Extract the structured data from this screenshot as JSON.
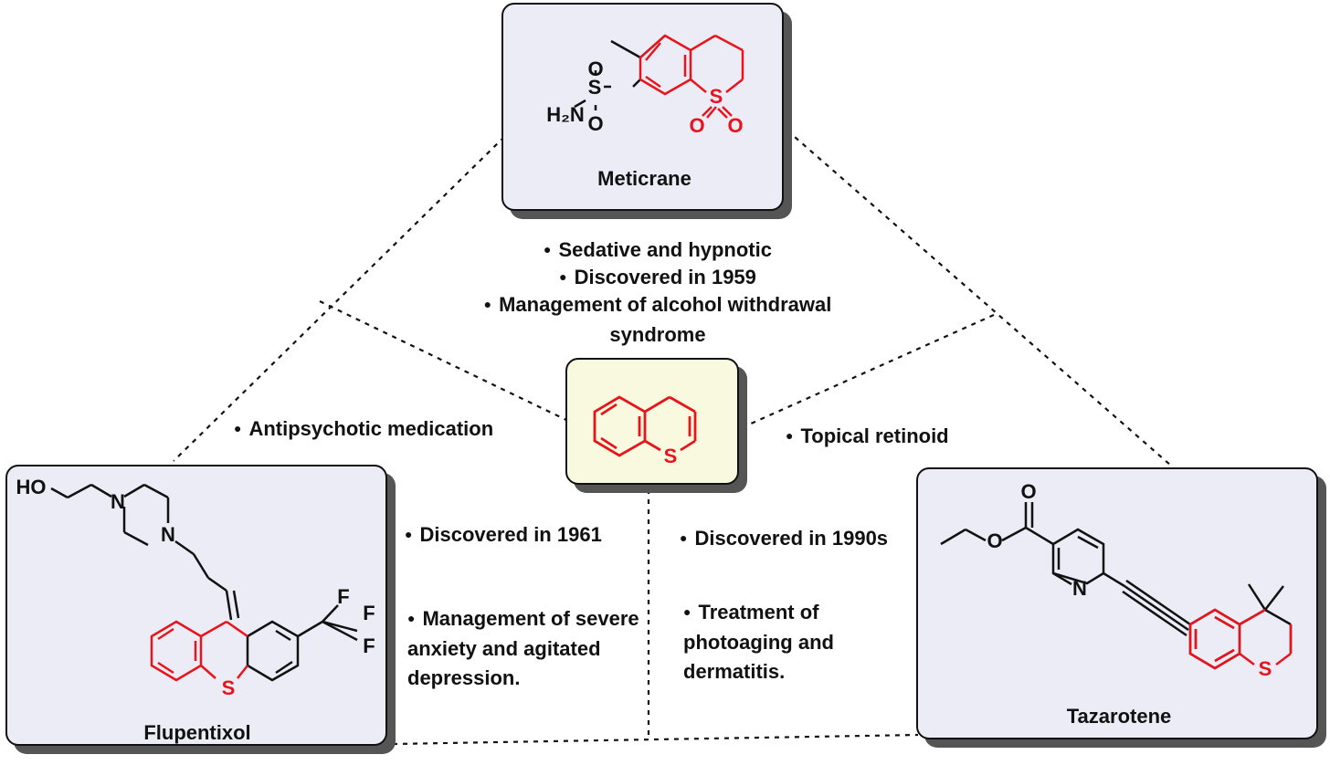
{
  "drugs": {
    "meticrane": {
      "name": "Meticrane",
      "notes": [
        "Sedative and hypnotic",
        "Discovered in 1959",
        "Management of alcohol withdrawal syndrome"
      ]
    },
    "flupentixol": {
      "name": "Flupentixol",
      "notes": [
        "Antipsychotic medication",
        "Discovered in 1961",
        "Management of severe anxiety and agitated depression."
      ]
    },
    "tazarotene": {
      "name": "Tazarotene",
      "notes": [
        "Topical retinoid",
        "Discovered in 1990s",
        "Treatment of photoaging and dermatitis."
      ]
    }
  },
  "atoms": {
    "sulfur": "S",
    "oxygen": "O",
    "nitrogen": "N",
    "fluorine": "F",
    "amine": "H₂N",
    "hydroxyl": "HO"
  },
  "colors": {
    "highlight": "#e8141b",
    "ink": "#111111",
    "card_fill": "#ececf7",
    "core_fill": "#f9f9df",
    "shadow": "#555555"
  },
  "bullet_symbol": "●"
}
